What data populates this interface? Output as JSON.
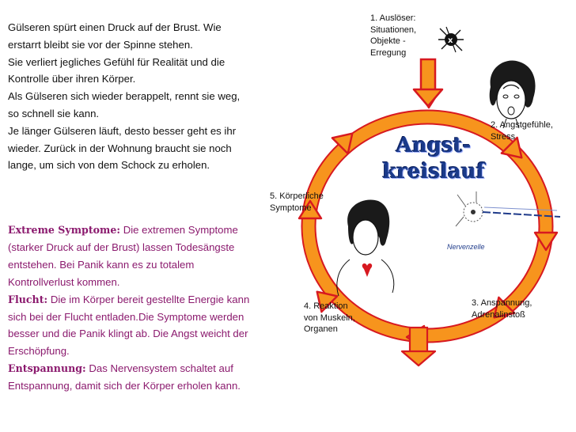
{
  "story": {
    "lines": [
      "Gülseren spürt einen Druck auf der Brust. Wie",
      "erstarrt bleibt sie vor der Spinne stehen.",
      "Sie verliert jegliches Gefühl für Realität und die",
      "Kontrolle über ihren Körper.",
      "Als Gülseren sich wieder berappelt, rennt sie weg,",
      "so schnell sie kann.",
      "Je länger Gülseren läuft, desto besser geht es ihr",
      "wieder. Zurück in der Wohnung braucht sie noch",
      "lange, um sich von dem Schock zu erholen."
    ]
  },
  "symptoms": {
    "extreme_head": "Extreme Symptome:",
    "extreme_lines": [
      " Die extremen Symptome",
      "(starker Druck auf der Brust) lassen Todesängste",
      "entstehen. Bei Panik kann es zu totalem",
      "Kontrollverlust kommen."
    ],
    "flucht_head": "Flucht:",
    "flucht_lines": [
      " Die im Körper bereit gestellte Energie kann",
      "sich bei der Flucht entladen.Die Symptome werden",
      "besser und die Panik klingt ab. Die Angst weicht der",
      "Erschöpfung."
    ],
    "entspannung_head": "Entspannung:",
    "entspannung_lines": [
      " Das Nervensystem schaltet auf",
      "Entspannung, damit sich der Körper erholen kann."
    ]
  },
  "cycle": {
    "title_line1": "Angst-",
    "title_line2": "kreislauf",
    "step1": [
      "1. Auslöser:",
      "Situationen,",
      "Objekte -",
      "Erregung"
    ],
    "step2": [
      "2. Angstgefühle,",
      "Stress"
    ],
    "step3": [
      "3. Anspannung,",
      "Adrenalinstoß"
    ],
    "step4": [
      "4. Reaktion",
      "von Muskeln,",
      "Organen"
    ],
    "step5": [
      "5. Körperliche",
      "Symptome"
    ],
    "nerve_cell": "Nervenzelle"
  },
  "colors": {
    "symptom_text": "#8b1a6e",
    "arrow_fill": "#f7941d",
    "arrow_stroke": "#d71920",
    "title": "#1a3a8a"
  }
}
